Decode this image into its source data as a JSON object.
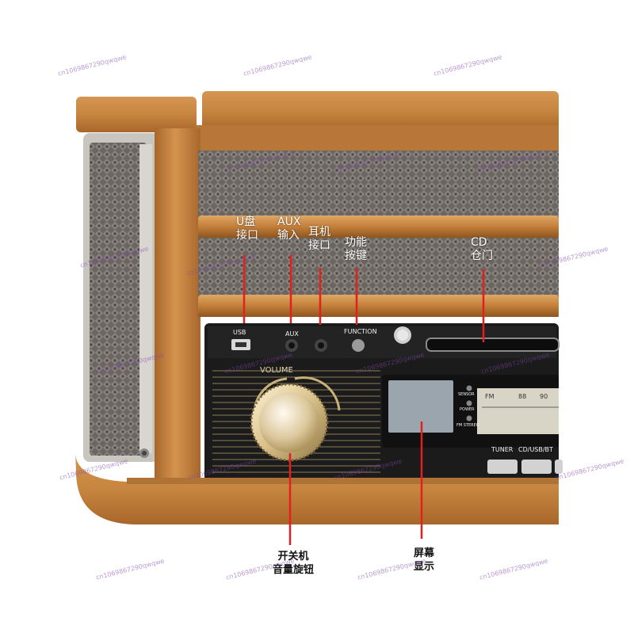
{
  "callouts": {
    "usb": [
      "U盘",
      "接口"
    ],
    "aux": [
      "AUX",
      "输入"
    ],
    "headphone": [
      "耳机",
      "接口"
    ],
    "function": [
      "功能",
      "按键"
    ],
    "cd": [
      "CD",
      "仓门"
    ],
    "power_volume": [
      "开关机",
      "音量旋钮"
    ],
    "display": [
      "屏幕",
      "显示"
    ]
  },
  "panel": {
    "usb": "USB",
    "aux": "AUX",
    "function": "FUNCTION",
    "volume": "VOLUME",
    "sensor": "SENSOR",
    "power": "POWER",
    "fm_stereo": "FM STEREO",
    "fm": "FM",
    "scale_88": "88",
    "scale_90": "90",
    "tuner": "TUNER",
    "cd_usb_bt": "CD/USB/BT"
  },
  "watermark": "cn1069867290qwqwe",
  "colors": {
    "wood": "#c98a46",
    "wood_dark": "#9e6228",
    "grille": "#6e6a66",
    "panel": "#1b1b1b",
    "callout_line": "#e3201b",
    "gold": "#c9b27a"
  }
}
